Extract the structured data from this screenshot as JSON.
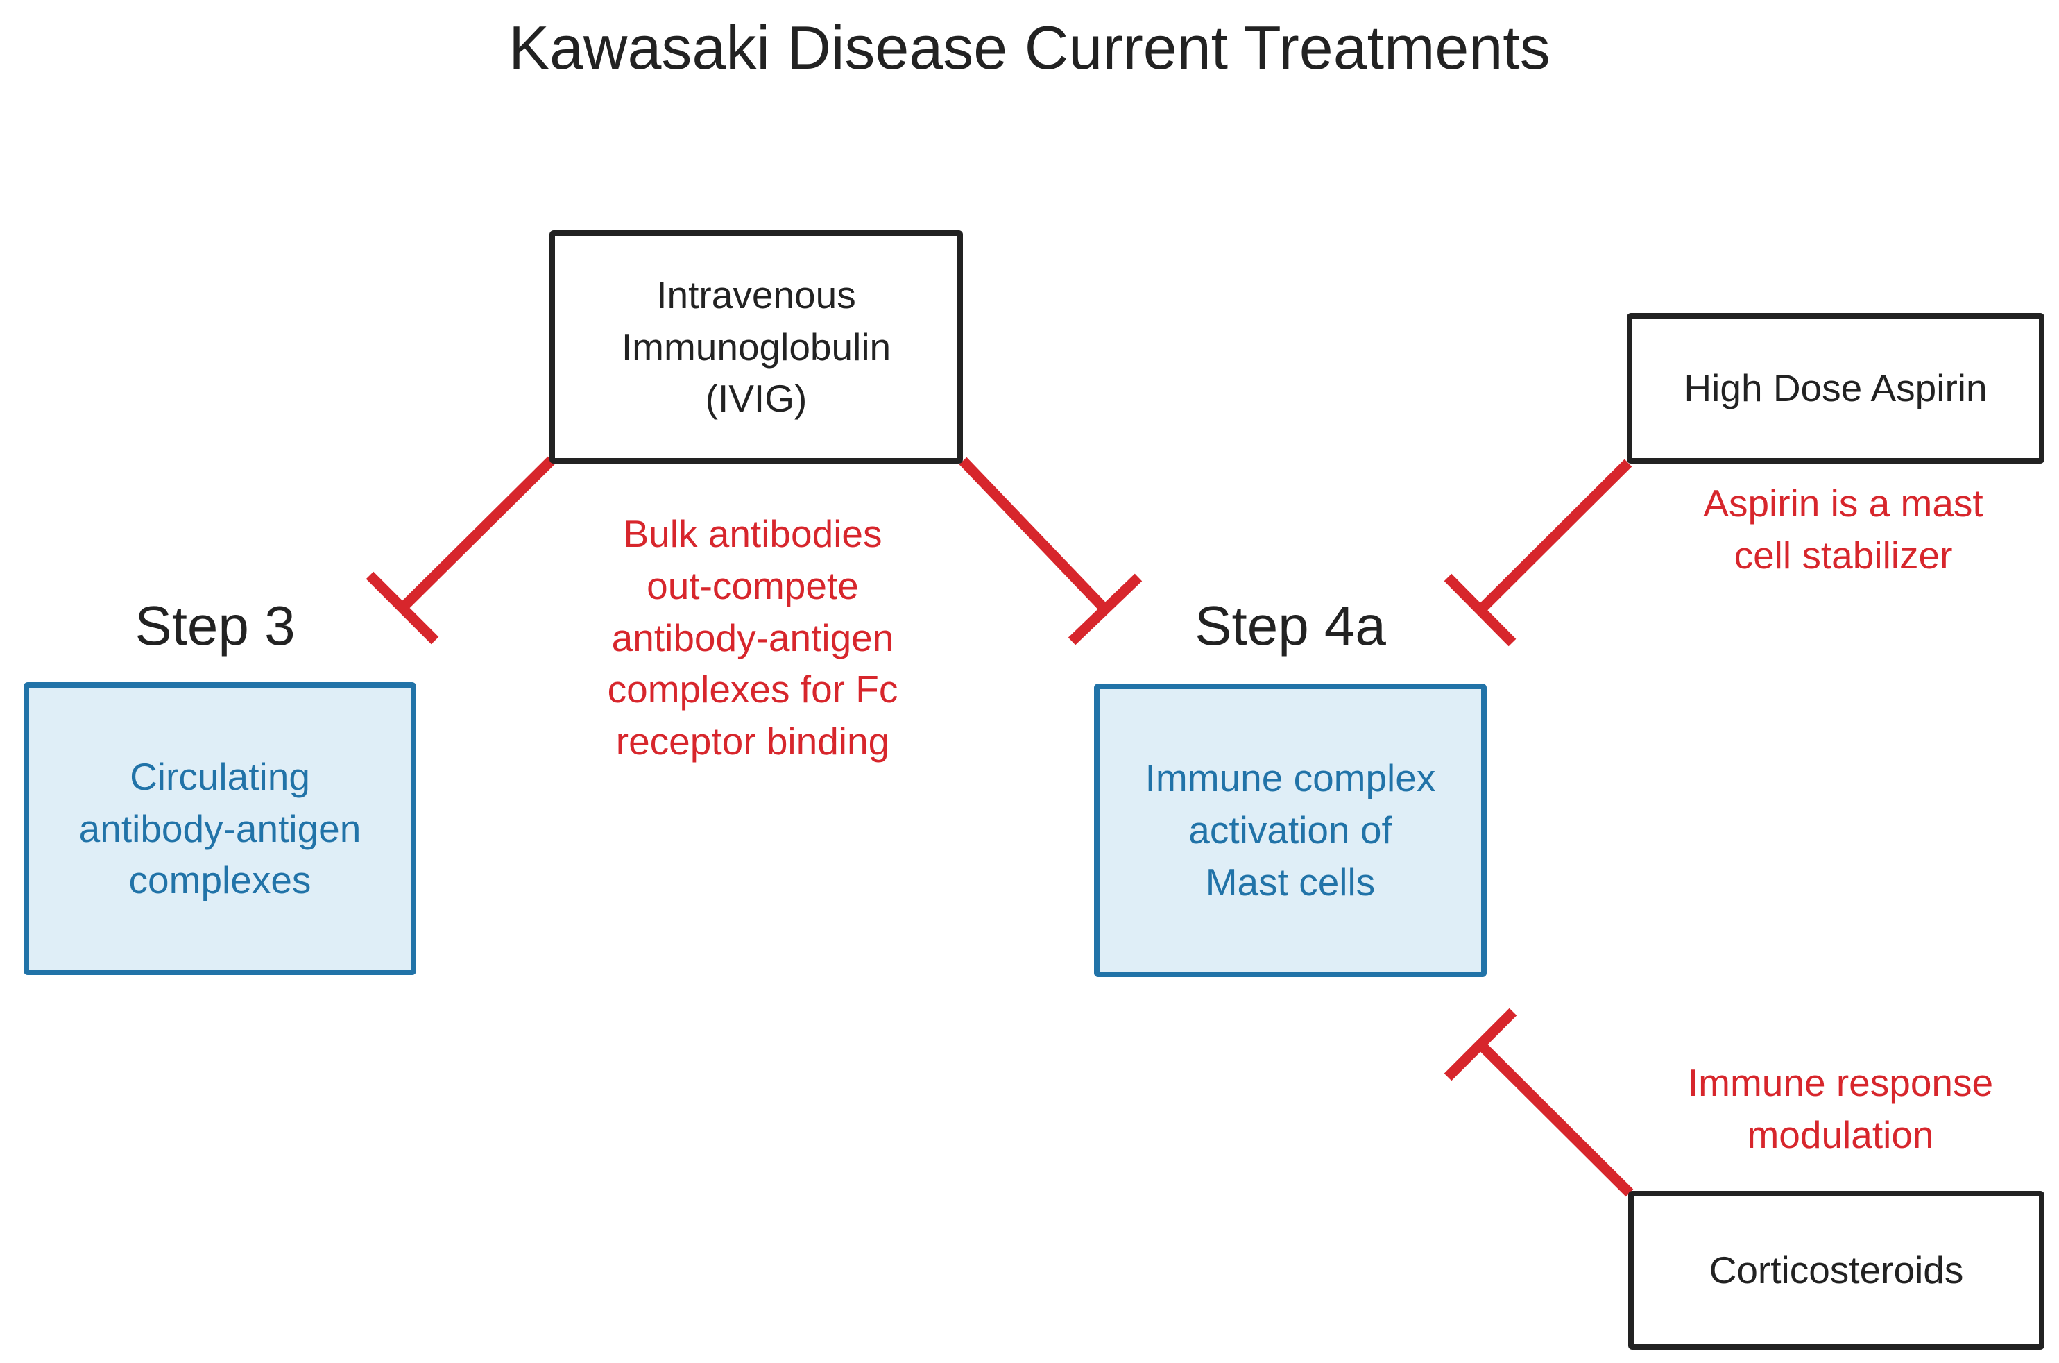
{
  "title": "Kawasaki Disease Current Treatments",
  "colors": {
    "red": "#d7262c",
    "blue_border": "#2173a8",
    "blue_fill": "#dfeef7",
    "ink": "#222222",
    "paper": "#ffffff"
  },
  "nodes": {
    "ivig": {
      "label": "Intravenous\nImmunoglobulin\n(IVIG)",
      "type": "treatment"
    },
    "aspirin": {
      "label": "High Dose Aspirin",
      "type": "treatment"
    },
    "corticosteroids": {
      "label": "Corticosteroids",
      "type": "treatment"
    },
    "step3": {
      "step_label": "Step 3",
      "label": "Circulating\nantibody-antigen\ncomplexes",
      "type": "disease-step"
    },
    "step4a": {
      "step_label": "Step 4a",
      "label": "Immune complex\nactivation of\nMast cells",
      "type": "disease-step"
    }
  },
  "annotations": {
    "ivig_mechanism": "Bulk antibodies\nout-compete\nantibody-antigen\ncomplexes for Fc\nreceptor binding",
    "aspirin_mechanism": "Aspirin is a mast\ncell stabilizer",
    "corticosteroids_mechanism": "Immune response\nmodulation"
  },
  "edges": [
    {
      "from": "ivig",
      "to": "step3",
      "type": "inhibition"
    },
    {
      "from": "ivig",
      "to": "step4a",
      "type": "inhibition"
    },
    {
      "from": "aspirin",
      "to": "step4a",
      "type": "inhibition"
    },
    {
      "from": "corticosteroids",
      "to": "step4a",
      "type": "inhibition"
    }
  ]
}
